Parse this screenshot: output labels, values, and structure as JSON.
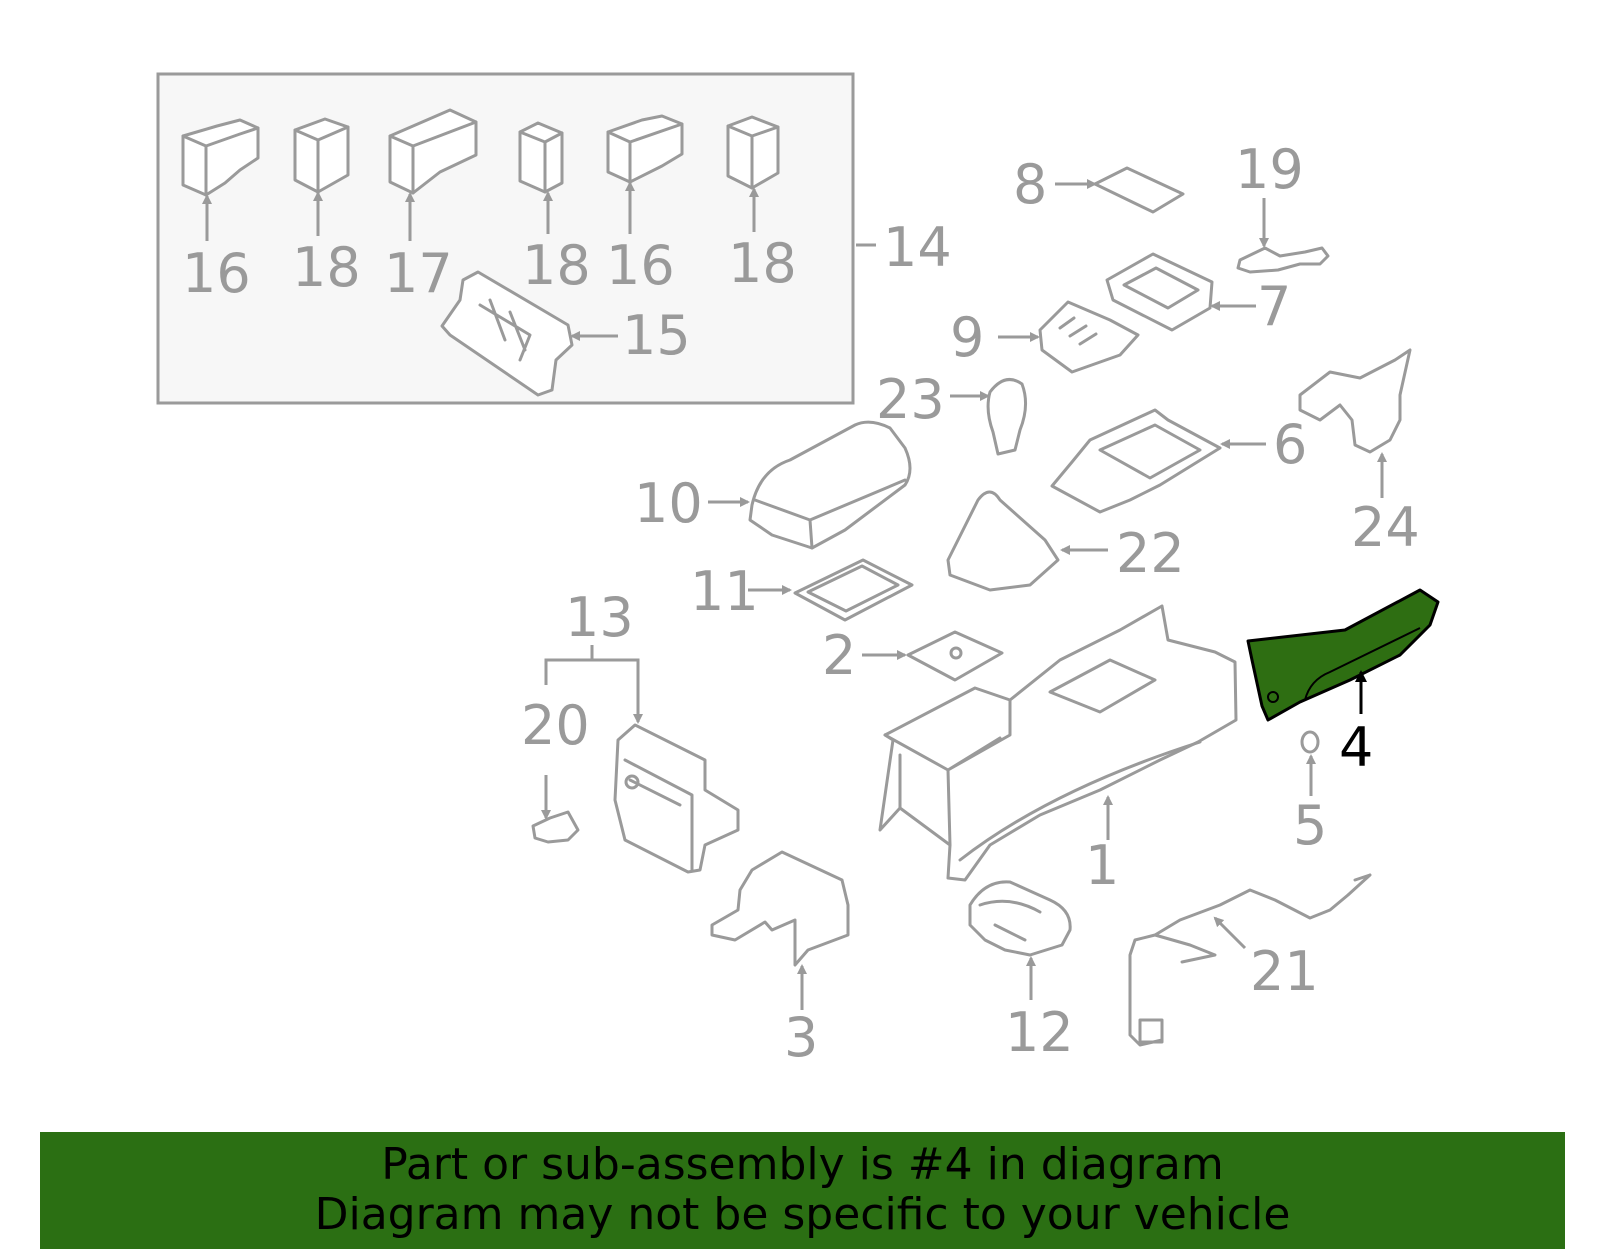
{
  "diagram": {
    "callouts": [
      "1",
      "2",
      "3",
      "4",
      "5",
      "6",
      "7",
      "8",
      "9",
      "10",
      "11",
      "12",
      "13",
      "14",
      "15",
      "16",
      "16",
      "17",
      "18",
      "18",
      "18",
      "19",
      "20",
      "21",
      "22",
      "23",
      "24"
    ],
    "highlighted_part": "4",
    "highlight_color": "#2e6e12",
    "line_color": "#9a9a9a"
  },
  "banner": {
    "line1": "Part or sub-assembly is #4 in diagram",
    "line2": "Diagram may not be specific to your vehicle",
    "background": "#2b6f13"
  }
}
